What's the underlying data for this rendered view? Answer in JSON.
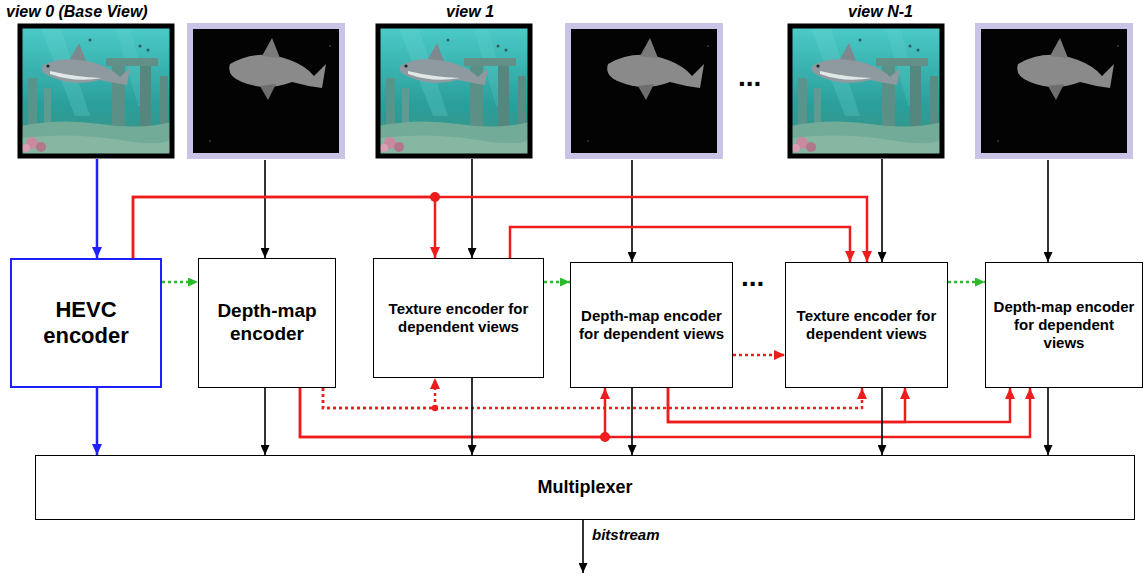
{
  "diagram": {
    "nodes": [
      {
        "text": [
          "HEVC encoder"
        ]
      },
      {
        "text": [
          "Depth-map encoder"
        ]
      },
      {
        "text": [
          "Texture encoder for dependent views"
        ]
      },
      {
        "text": [
          "Depth-map encoder for dependent views"
        ]
      },
      {
        "text": [
          "Texture encoder for dependent views"
        ]
      },
      {
        "text": [
          "Depth-map encoder for dependent views"
        ]
      },
      {
        "text": [
          "Multiplexer"
        ]
      }
    ],
    "edges": [
      {
        "from": 0,
        "to": 1,
        "arrow": "to"
      },
      {
        "from": 2,
        "to": 3,
        "arrow": "to"
      },
      {
        "from": 4,
        "to": 5,
        "arrow": "to"
      },
      {
        "from": 3,
        "to": 4,
        "arrow": "to"
      },
      {
        "from": 0,
        "to": 2,
        "arrow": "to"
      },
      {
        "from": 0,
        "to": 4,
        "arrow": "to"
      },
      {
        "from": 2,
        "to": 4,
        "arrow": "to"
      },
      {
        "from": 1,
        "to": 2,
        "arrow": "to"
      },
      {
        "from": 1,
        "to": 4,
        "arrow": "to"
      },
      {
        "from": 1,
        "to": 3,
        "arrow": "to"
      },
      {
        "from": 1,
        "to": 5,
        "arrow": "to"
      },
      {
        "from": 3,
        "to": 4,
        "arrow": "to"
      },
      {
        "from": 3,
        "to": 5,
        "arrow": "to"
      },
      {
        "from": 0,
        "to": 6,
        "arrow": "to"
      },
      {
        "from": 1,
        "to": 6,
        "arrow": "to"
      },
      {
        "from": 2,
        "to": 6,
        "arrow": "to"
      },
      {
        "from": 3,
        "to": 6,
        "arrow": "to"
      },
      {
        "from": 4,
        "to": 6,
        "arrow": "to"
      },
      {
        "from": 5,
        "to": 6,
        "arrow": "to"
      }
    ],
    "labels": [
      "view 0 (Base View)",
      "view 1",
      "view N-1",
      "...",
      "...",
      "bitstream"
    ]
  }
}
